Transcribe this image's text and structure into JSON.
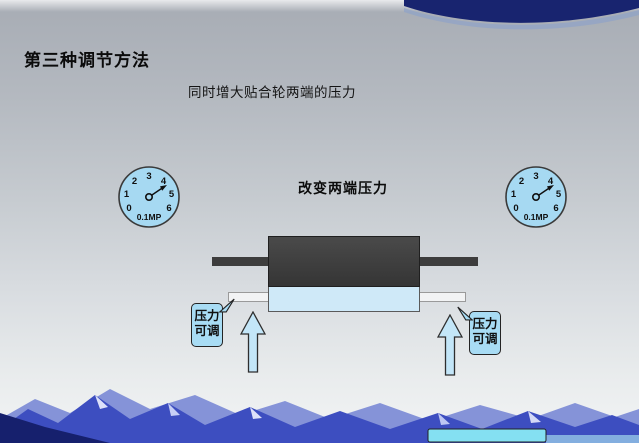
{
  "slide": {
    "title": "第三种调节方法",
    "subtitle": "同时增大贴合轮两端的压力",
    "diagram_label": "改变两端压力",
    "callouts": {
      "left": "压力可调",
      "right": "压力可调"
    },
    "gauges": {
      "unit": "0.1MP",
      "ticks": [
        "0",
        "1",
        "2",
        "3",
        "4",
        "5",
        "6"
      ]
    },
    "colors": {
      "gauge_fill": "#a6d9f2",
      "roller_dark": "#3d3d3d",
      "roller_light_blue": "#cfe9f8",
      "arrow_fill": "#c3e6f8",
      "mountain_front": "#3d4ec0",
      "mountain_back": "#8593d8",
      "swoosh_navy": "#18246f",
      "cyan_strip": "#84e0f2"
    }
  }
}
